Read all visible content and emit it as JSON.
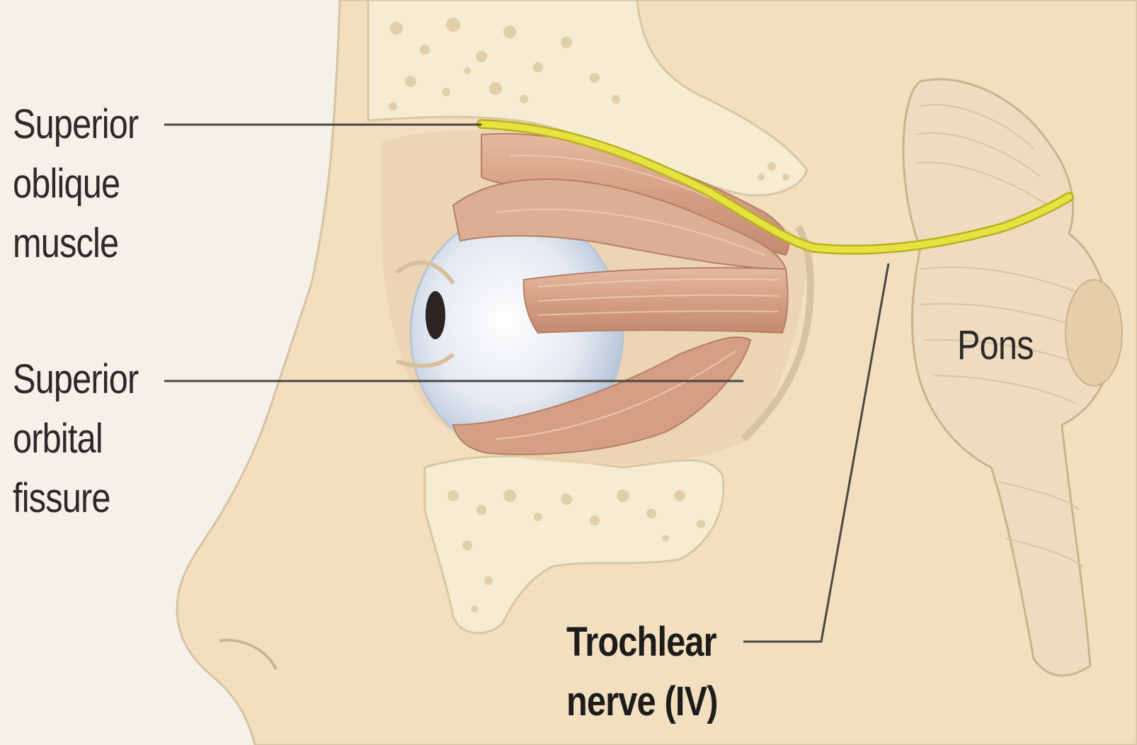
{
  "labels": {
    "superior_oblique_muscle": [
      "Superior",
      "oblique",
      "muscle"
    ],
    "superior_orbital_fissure": [
      "Superior",
      "orbital",
      "fissure"
    ],
    "pons": "Pons",
    "trochlear_nerve": [
      "Trochlear",
      "nerve (IV)"
    ]
  },
  "colors": {
    "background": "#f4f1e9",
    "skin": "#f2dfc0",
    "bone": "#f6ecd2",
    "muscle": "#d8a88c",
    "eyeball": "#dfe6ef",
    "nerve": "#e4df3a",
    "brainstem": "#efdcc0",
    "leader_line": "#4a4642"
  }
}
